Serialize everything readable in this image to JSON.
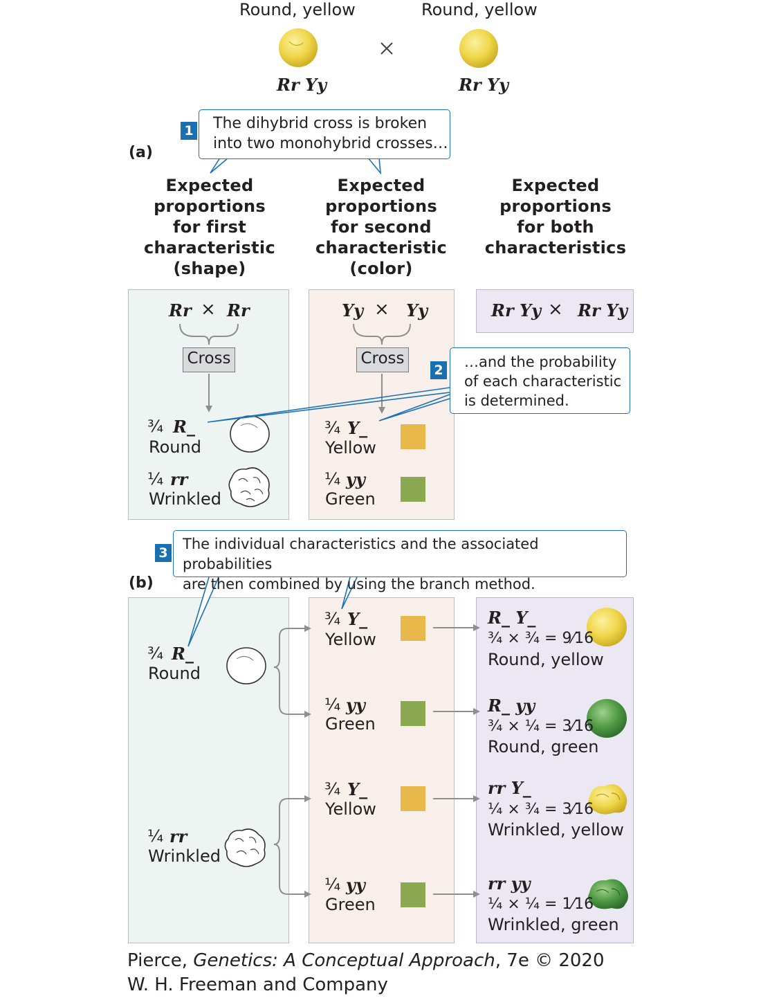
{
  "parents": {
    "left_label": "Round, yellow",
    "right_label": "Round, yellow",
    "left_genotype": "Rr Yy",
    "right_genotype": "Rr Yy",
    "cross_symbol": "×"
  },
  "panel_a_label": "(a)",
  "panel_b_label": "(b)",
  "callouts": {
    "step1_number": "1",
    "step1_text": "The dihybrid cross is broken\ninto two monohybrid crosses…",
    "step2_number": "2",
    "step2_text": "…and the probability\nof each characteristic\nis determined.",
    "step3_number": "3",
    "step3_text": "The individual characteristics and the associated probabilities\nare then combined by using the branch method."
  },
  "headings": {
    "first": "Expected\nproportions\nfor first\ncharacteristic\n(shape)",
    "second": "Expected\nproportions\nfor second\ncharacteristic\n(color)",
    "both": "Expected\nproportions\nfor both\ncharacteristics"
  },
  "shape_cross": {
    "left": "Rr",
    "right": "Rr",
    "times": "×",
    "box_label": "Cross",
    "dom_fraction": "¾",
    "dom_genotype": "R_",
    "dom_phenotype": "Round",
    "rec_fraction": "¼",
    "rec_genotype": "rr",
    "rec_phenotype": "Wrinkled"
  },
  "color_cross": {
    "left": "Yy",
    "right": "Yy",
    "times": "×",
    "box_label": "Cross",
    "dom_fraction": "¾",
    "dom_genotype": "Y_",
    "dom_phenotype": "Yellow",
    "rec_fraction": "¼",
    "rec_genotype": "yy",
    "rec_phenotype": "Green"
  },
  "both_cross": {
    "left": "Rr Yy",
    "times": "×",
    "right": "Rr Yy"
  },
  "branch": {
    "first": [
      {
        "fraction": "¾",
        "genotype": "R_",
        "phenotype": "Round"
      },
      {
        "fraction": "¼",
        "genotype": "rr",
        "phenotype": "Wrinkled"
      }
    ],
    "second": [
      {
        "fraction": "¾",
        "genotype": "Y_",
        "phenotype": "Yellow",
        "color": "#e8b84a"
      },
      {
        "fraction": "¼",
        "genotype": "yy",
        "phenotype": "Green",
        "color": "#8aa84f"
      },
      {
        "fraction": "¾",
        "genotype": "Y_",
        "phenotype": "Yellow",
        "color": "#e8b84a"
      },
      {
        "fraction": "¼",
        "genotype": "yy",
        "phenotype": "Green",
        "color": "#8aa84f"
      }
    ],
    "results": [
      {
        "genotype": "R_ Y_",
        "calc": "¾ × ¾ = ",
        "result": "9⁄16",
        "phenotype": "Round, yellow"
      },
      {
        "genotype": "R_ yy",
        "calc": "¾ × ¼ = ",
        "result": "3⁄16",
        "phenotype": "Round, green"
      },
      {
        "genotype": "rr Y_",
        "calc": "¼ × ¾ = ",
        "result": "3⁄16",
        "phenotype": "Wrinkled, yellow"
      },
      {
        "genotype": "rr yy",
        "calc": "¼ × ¼ = ",
        "result": "1⁄16",
        "phenotype": "Wrinkled, green"
      }
    ]
  },
  "credit": {
    "line1_prefix": "Pierce, ",
    "line1_title": "Genetics: A Conceptual Approach",
    "line1_suffix": ", 7e © 2020",
    "line2": "W. H. Freeman and Company"
  },
  "colors": {
    "yellow_square": "#e8b84a",
    "green_square": "#8aa84f",
    "callout_blue": "#1a6fb1"
  }
}
